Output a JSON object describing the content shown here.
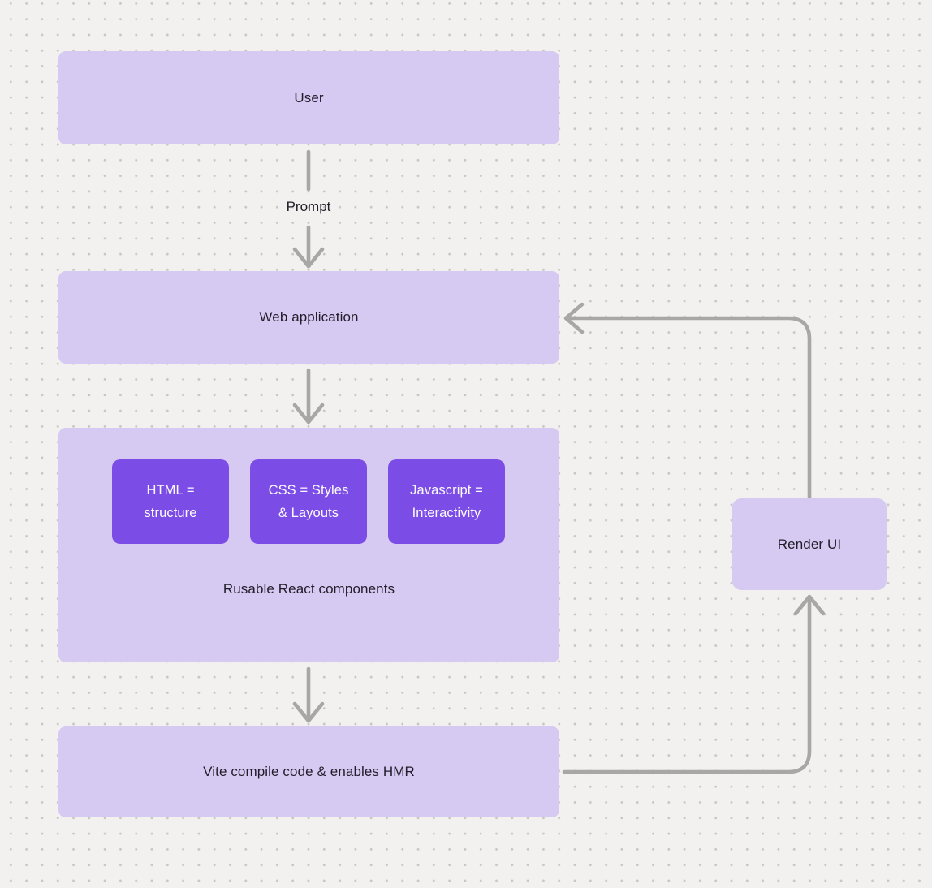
{
  "canvas": {
    "background_color": "#f2f1ef",
    "dot_grid_color": "#c8c5c2"
  },
  "colors": {
    "node_fill": "#d6caf2",
    "inner_node_fill": "#7c4ce6",
    "node_text": "#211d29",
    "inner_node_text": "#fdfcff",
    "arrow": "#a8a7a6"
  },
  "nodes": {
    "user": {
      "label": "User"
    },
    "web_application": {
      "label": "Web application"
    },
    "components_group": {
      "label": "Rusable React components",
      "children": {
        "html": {
          "label": "HTML = structure"
        },
        "css": {
          "label": "CSS = Styles & Layouts"
        },
        "javascript": {
          "label": "Javascript = Interactivity"
        }
      }
    },
    "vite": {
      "label": "Vite compile code & enables HMR"
    },
    "render_ui": {
      "label": "Render UI"
    }
  },
  "edges": [
    {
      "from": "user",
      "to": "web_application",
      "label": "Prompt"
    },
    {
      "from": "web_application",
      "to": "components_group",
      "label": ""
    },
    {
      "from": "components_group",
      "to": "vite",
      "label": ""
    },
    {
      "from": "vite",
      "to": "render_ui",
      "label": ""
    },
    {
      "from": "render_ui",
      "to": "web_application",
      "label": ""
    }
  ]
}
